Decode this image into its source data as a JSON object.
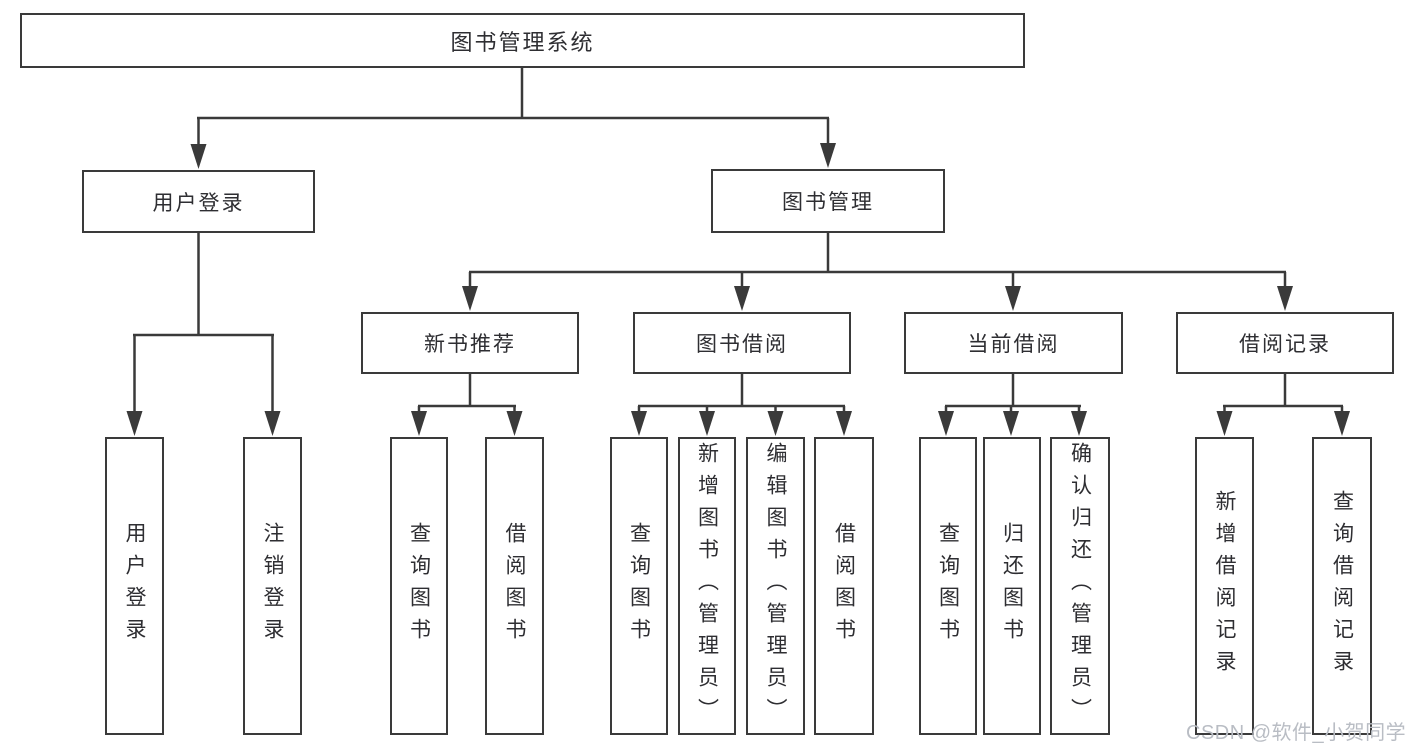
{
  "diagram": {
    "root": {
      "label": "图书管理系统"
    },
    "branches": [
      {
        "label": "用户登录",
        "children": [
          {
            "label": "用户登录"
          },
          {
            "label": "注销登录"
          }
        ]
      },
      {
        "label": "图书管理",
        "children": [
          {
            "label": "新书推荐",
            "children": [
              {
                "label": "查询图书"
              },
              {
                "label": "借阅图书"
              }
            ]
          },
          {
            "label": "图书借阅",
            "children": [
              {
                "label": "查询图书"
              },
              {
                "label": "新增图书（管理员）"
              },
              {
                "label": "编辑图书（管理员）"
              },
              {
                "label": "借阅图书"
              }
            ]
          },
          {
            "label": "当前借阅",
            "children": [
              {
                "label": "查询图书"
              },
              {
                "label": "归还图书"
              },
              {
                "label": "确认归还（管理员）"
              }
            ]
          },
          {
            "label": "借阅记录",
            "children": [
              {
                "label": "新增借阅记录"
              },
              {
                "label": "查询借阅记录"
              }
            ]
          }
        ]
      }
    ]
  },
  "watermark": {
    "text": "CSDN @软件_小贺同学"
  },
  "colors": {
    "line": "#3a3a3a",
    "box_border": "#3a3a3a",
    "box_background": "#ffffff",
    "text": "#2e2e32",
    "watermark": "#b9bdc4",
    "page_background": "#ffffff"
  }
}
